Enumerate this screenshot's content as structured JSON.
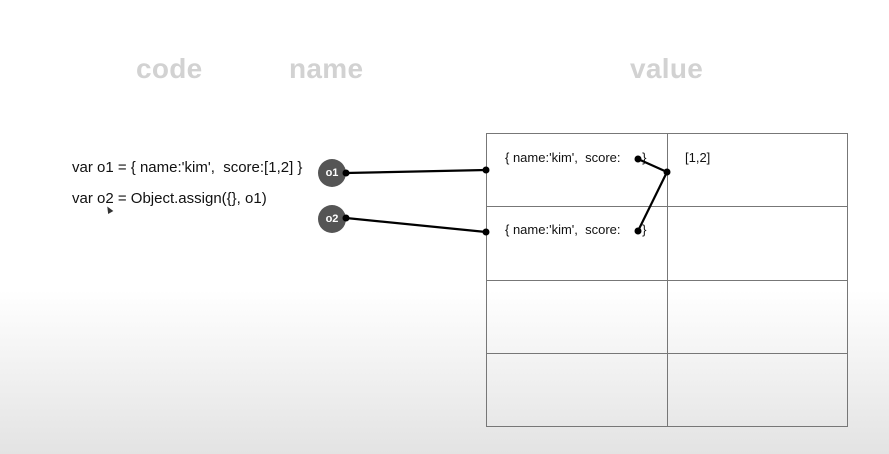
{
  "headers": {
    "code": "code",
    "name": "name",
    "value": "value"
  },
  "code_lines": [
    "var o1 = { name:'kim',  score:[1,2] }",
    "var o2 = Object.assign({}, o1)"
  ],
  "variables": [
    "o1",
    "o2"
  ],
  "memory_cells": {
    "row1_obj": "{ name:'kim',  score:      }",
    "row1_array": "[1,2]",
    "row2_obj": "{ name:'kim',  score:      }"
  },
  "colors": {
    "header": "#d2d2d2",
    "circle": "#555555",
    "line": "#000000"
  }
}
